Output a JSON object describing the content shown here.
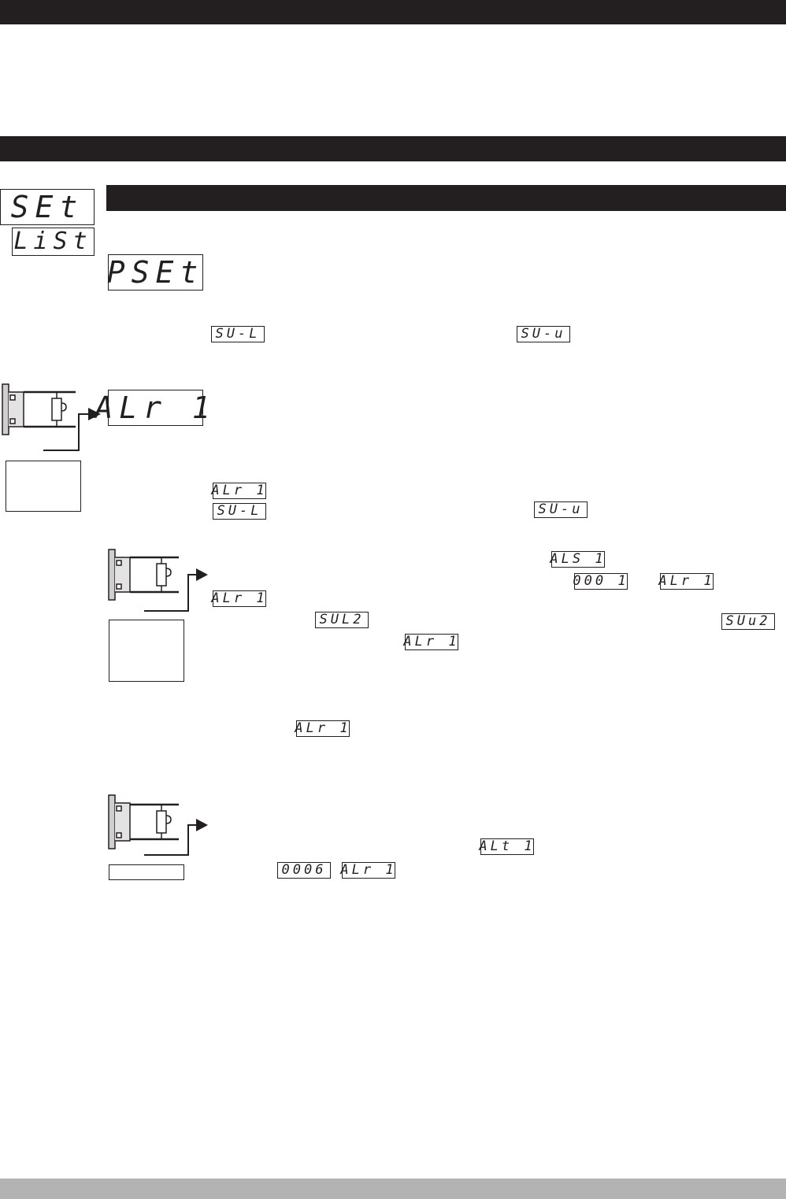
{
  "displays": {
    "set": "SEt",
    "list": "LiSt",
    "pset": "PSEt",
    "sul_1": "SU-L",
    "suu_1": "SU-u",
    "alr1_main": "ALr 1",
    "alr1_a": "ALr 1",
    "sul_2": "SU-L",
    "suu_2": "SU-u",
    "als1": "ALS 1",
    "v0001": "000 1",
    "alr1_b": "ALr 1",
    "alr1_c": "ALr 1",
    "sul2": "SUL2",
    "suu2": "SUu2",
    "alr1_d": "ALr 1",
    "alr1_e": "ALr 1",
    "alt1": "ALt 1",
    "v0006": "0006",
    "alr1_f": "ALr 1"
  },
  "colors": {
    "ink": "#231f20",
    "footer_grey": "#b3b3b3"
  },
  "icons": {
    "relay": "relay-diagram-icon",
    "arrow": "arrow-right-icon"
  }
}
